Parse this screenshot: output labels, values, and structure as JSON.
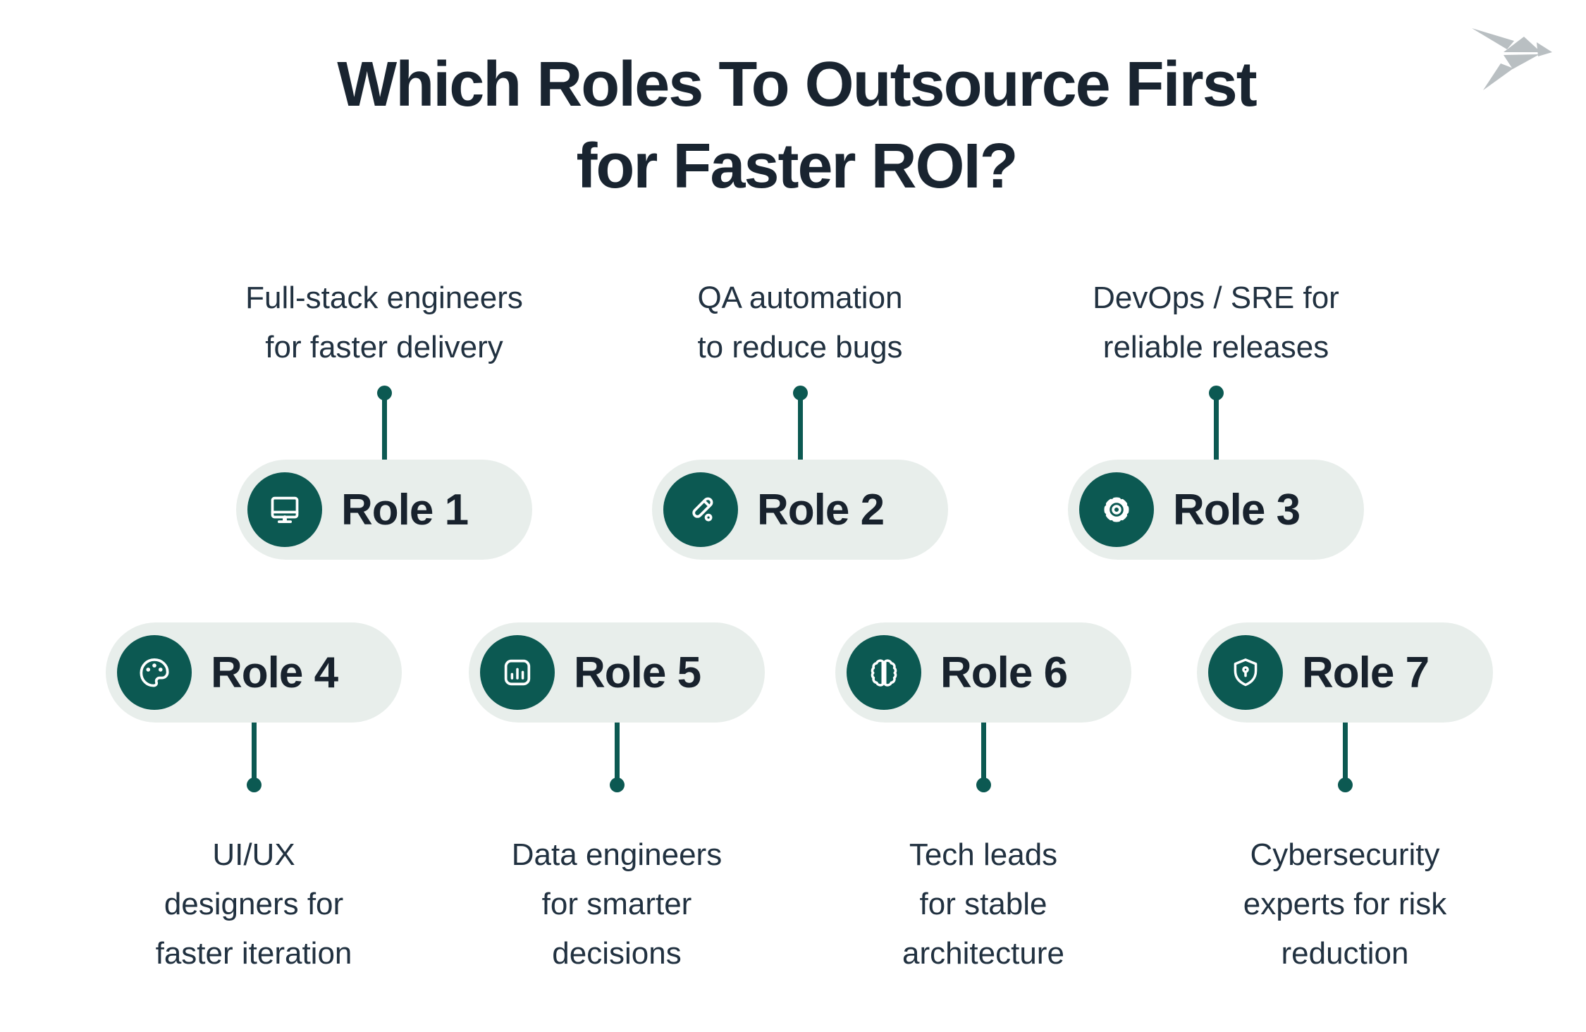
{
  "page": {
    "title_line1": "Which Roles To Outsource First",
    "title_line2": "for Faster ROI?"
  },
  "logo": {
    "name": "origami-bird-logo",
    "color": "#b9bfc2"
  },
  "colors": {
    "background": "#ffffff",
    "title_text": "#192430",
    "description_text": "#213140",
    "pill_background": "#e8eeeb",
    "accent_teal": "#0c5952"
  },
  "roles": [
    {
      "label": "Role 1",
      "icon": "monitor-icon",
      "description": "Full-stack engineers\nfor faster delivery"
    },
    {
      "label": "Role 2",
      "icon": "test-tube-icon",
      "description": "QA automation\nto reduce bugs"
    },
    {
      "label": "Role 3",
      "icon": "gear-icon",
      "description": "DevOps / SRE for\nreliable releases"
    },
    {
      "label": "Role 4",
      "icon": "palette-icon",
      "description": "UI/UX\ndesigners for\nfaster iteration"
    },
    {
      "label": "Role 5",
      "icon": "bar-chart-icon",
      "description": "Data engineers\nfor smarter\ndecisions"
    },
    {
      "label": "Role 6",
      "icon": "brain-icon",
      "description": "Tech leads\nfor stable\narchitecture"
    },
    {
      "label": "Role 7",
      "icon": "shield-icon",
      "description": "Cybersecurity\nexperts for risk\nreduction"
    }
  ]
}
